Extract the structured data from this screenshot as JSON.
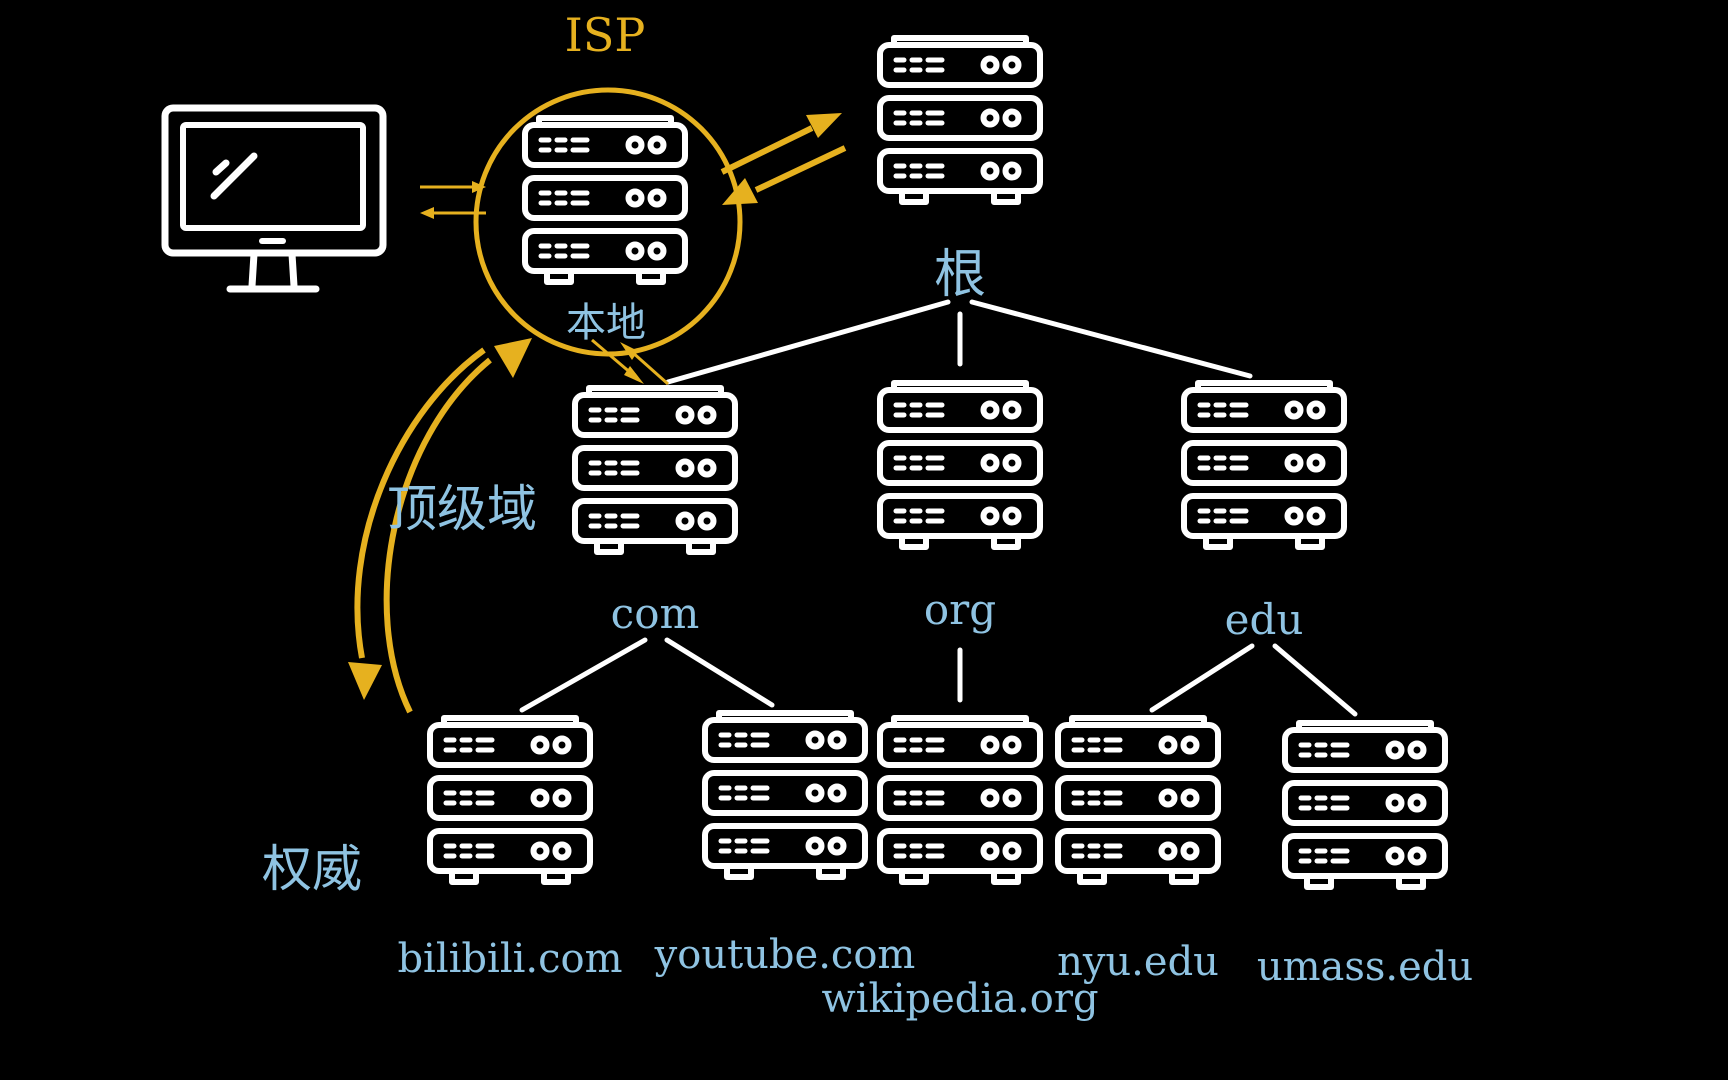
{
  "colors": {
    "background": "#000000",
    "line": "#ffffff",
    "accent": "#e6b11f",
    "label": "#8fc3e2"
  },
  "isp": {
    "label": "ISP"
  },
  "client": {
    "icon": "monitor-icon"
  },
  "local_server": {
    "label": "本地",
    "icon": "server-icon"
  },
  "root_server": {
    "label": "根",
    "icon": "server-icon"
  },
  "tld_servers": [
    {
      "id": "com",
      "label": "com",
      "icon": "server-icon"
    },
    {
      "id": "org",
      "label": "org",
      "icon": "server-icon"
    },
    {
      "id": "edu",
      "label": "edu",
      "icon": "server-icon"
    }
  ],
  "authoritative_servers": [
    {
      "id": "bilibili",
      "label": "bilibili.com",
      "icon": "server-icon"
    },
    {
      "id": "youtube",
      "label": "youtube.com",
      "icon": "server-icon"
    },
    {
      "id": "wikipedia",
      "label": "wikipedia.org",
      "icon": "server-icon"
    },
    {
      "id": "nyu",
      "label": "nyu.edu",
      "icon": "server-icon"
    },
    {
      "id": "umass",
      "label": "umass.edu",
      "icon": "server-icon"
    }
  ],
  "tier_labels": {
    "tld": "顶级域",
    "authoritative": "权威"
  }
}
